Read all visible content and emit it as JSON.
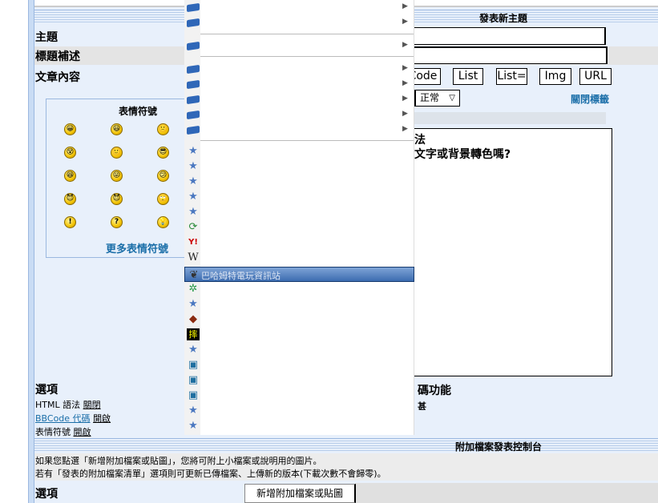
{
  "header": {
    "title": "發表新主題"
  },
  "form": {
    "subject_label": "主題",
    "subtitle_label": "標題補述",
    "content_label": "文章內容"
  },
  "emoticons": {
    "title": "表情符號",
    "more_link": "更多表情符號",
    "faces": [
      "😀",
      "😃",
      "🙁",
      "😵",
      "🙂",
      "😎",
      "😆",
      "😛",
      "😕",
      "😈",
      "😈",
      "🙄",
      "!",
      "?",
      "💡"
    ]
  },
  "toolbar": {
    "buttons": [
      "Code",
      "List",
      "List=",
      "Img",
      "URL"
    ],
    "font_select": "正常",
    "close_tags": "關閉標籤"
  },
  "textarea": {
    "line1": "法",
    "line2": "文字或背景轉色嗎?"
  },
  "options": {
    "title": "選項",
    "html_label": "HTML 語法",
    "html_value": "關閉",
    "bbcode_label": "BBCode 代碼",
    "bbcode_value": "開啟",
    "smilies_label": "表情符號",
    "smilies_value": "開啟",
    "right_heading": "碼功能",
    "right_partial": "甚"
  },
  "attach": {
    "title": "附加檔案發表控制台",
    "line1": "如果您點選「新增附加檔案或貼圖」，您將可附上小檔案或說明用的圖片。",
    "line2": "若有「發表的附加檔案清單」選項則可更新已傳檔案、上傳新的版本(下載次數不會歸零)。",
    "options_label": "選項",
    "add_button": "新增附加檔案或貼圖"
  },
  "menu": {
    "highlighted": "巴哈姆特電玩資訊站"
  }
}
